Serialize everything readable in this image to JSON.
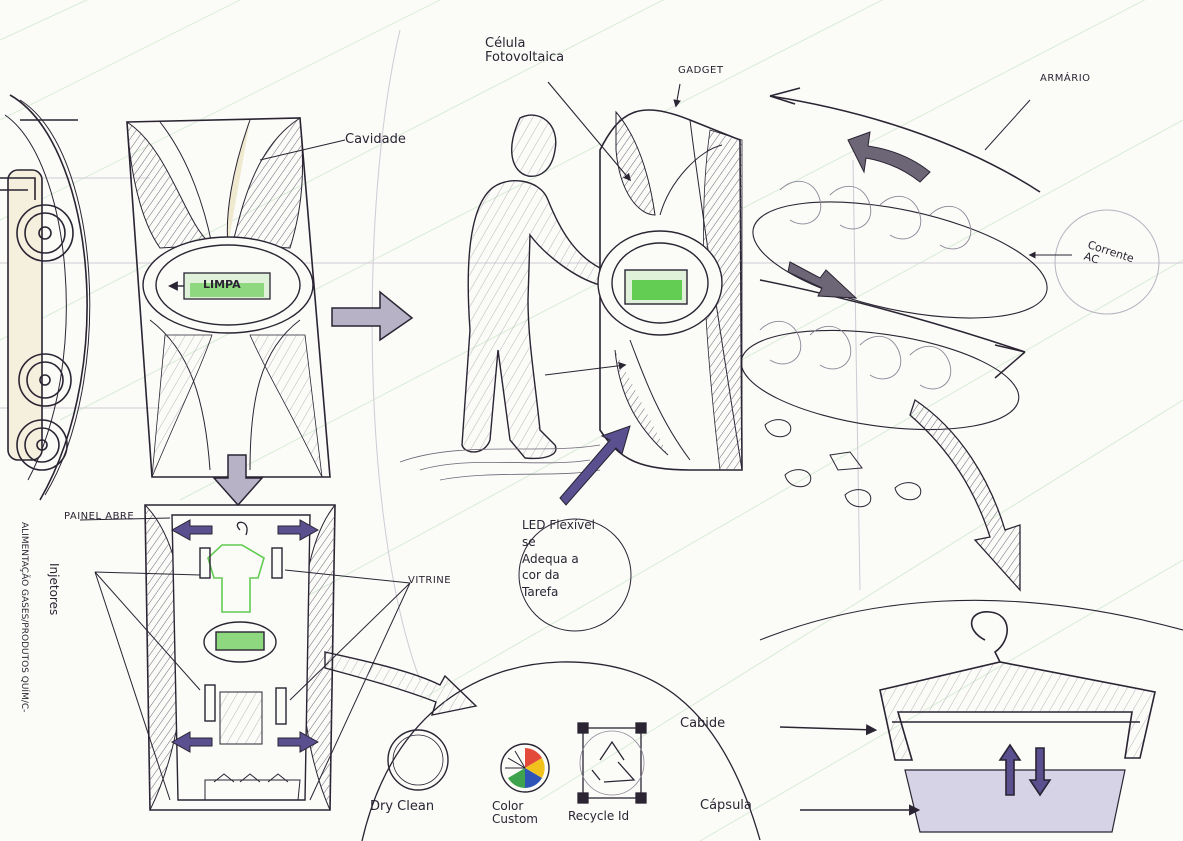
{
  "labels": {
    "celula": "Célula\nFotovoltaica",
    "gadget": "GADGET",
    "armario": "ARMÁRIO",
    "cavidade": "Cavidade",
    "limpa": "LIMPA",
    "corrente": "Corrente\nAC",
    "painel": "PAINEL ABRE",
    "injetores": "Injetores",
    "vitrine": "VITRINE",
    "alimentacao": "ALIMENTAÇÃO GASES/PRODUTOS QUÍM/C-",
    "led": "LED Flexível\nse\nAdequa a\ncor da\nTarefa",
    "cabide": "Cabide",
    "capsula": "Cápsula",
    "dry_clean": "Dry Clean",
    "color_custom": "Color\nCustom",
    "recycle_id": "Recycle Id"
  },
  "colors": {
    "ink": "#2a2433",
    "purple": "#5a4f8f",
    "green": "#63cc52",
    "cream": "#efe9cf",
    "paper_line": "#d9ecd8"
  }
}
